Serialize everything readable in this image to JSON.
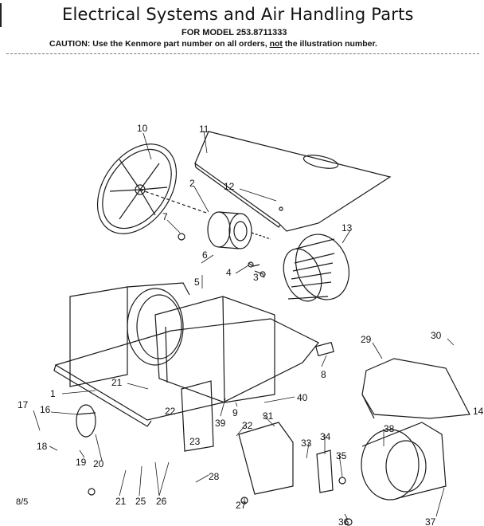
{
  "header": {
    "title": "Electrical Systems and Air Handling Parts",
    "model_line": "FOR MODEL 253.8711333",
    "caution_prefix": "CAUTION: Use the Kenmore part number on all orders,",
    "caution_not": "not",
    "caution_suffix": "the illustration number."
  },
  "callouts": [
    "10",
    "11",
    "2",
    "12",
    "7",
    "13",
    "6",
    "5",
    "4",
    "3",
    "30",
    "29",
    "8",
    "21",
    "1",
    "40",
    "17",
    "16",
    "22",
    "9",
    "39",
    "31",
    "32",
    "38",
    "18",
    "19",
    "20",
    "23",
    "33",
    "34",
    "35",
    "28",
    "21",
    "25",
    "26",
    "27",
    "36",
    "37",
    "14"
  ],
  "footer": {
    "page_code": "8/5"
  }
}
